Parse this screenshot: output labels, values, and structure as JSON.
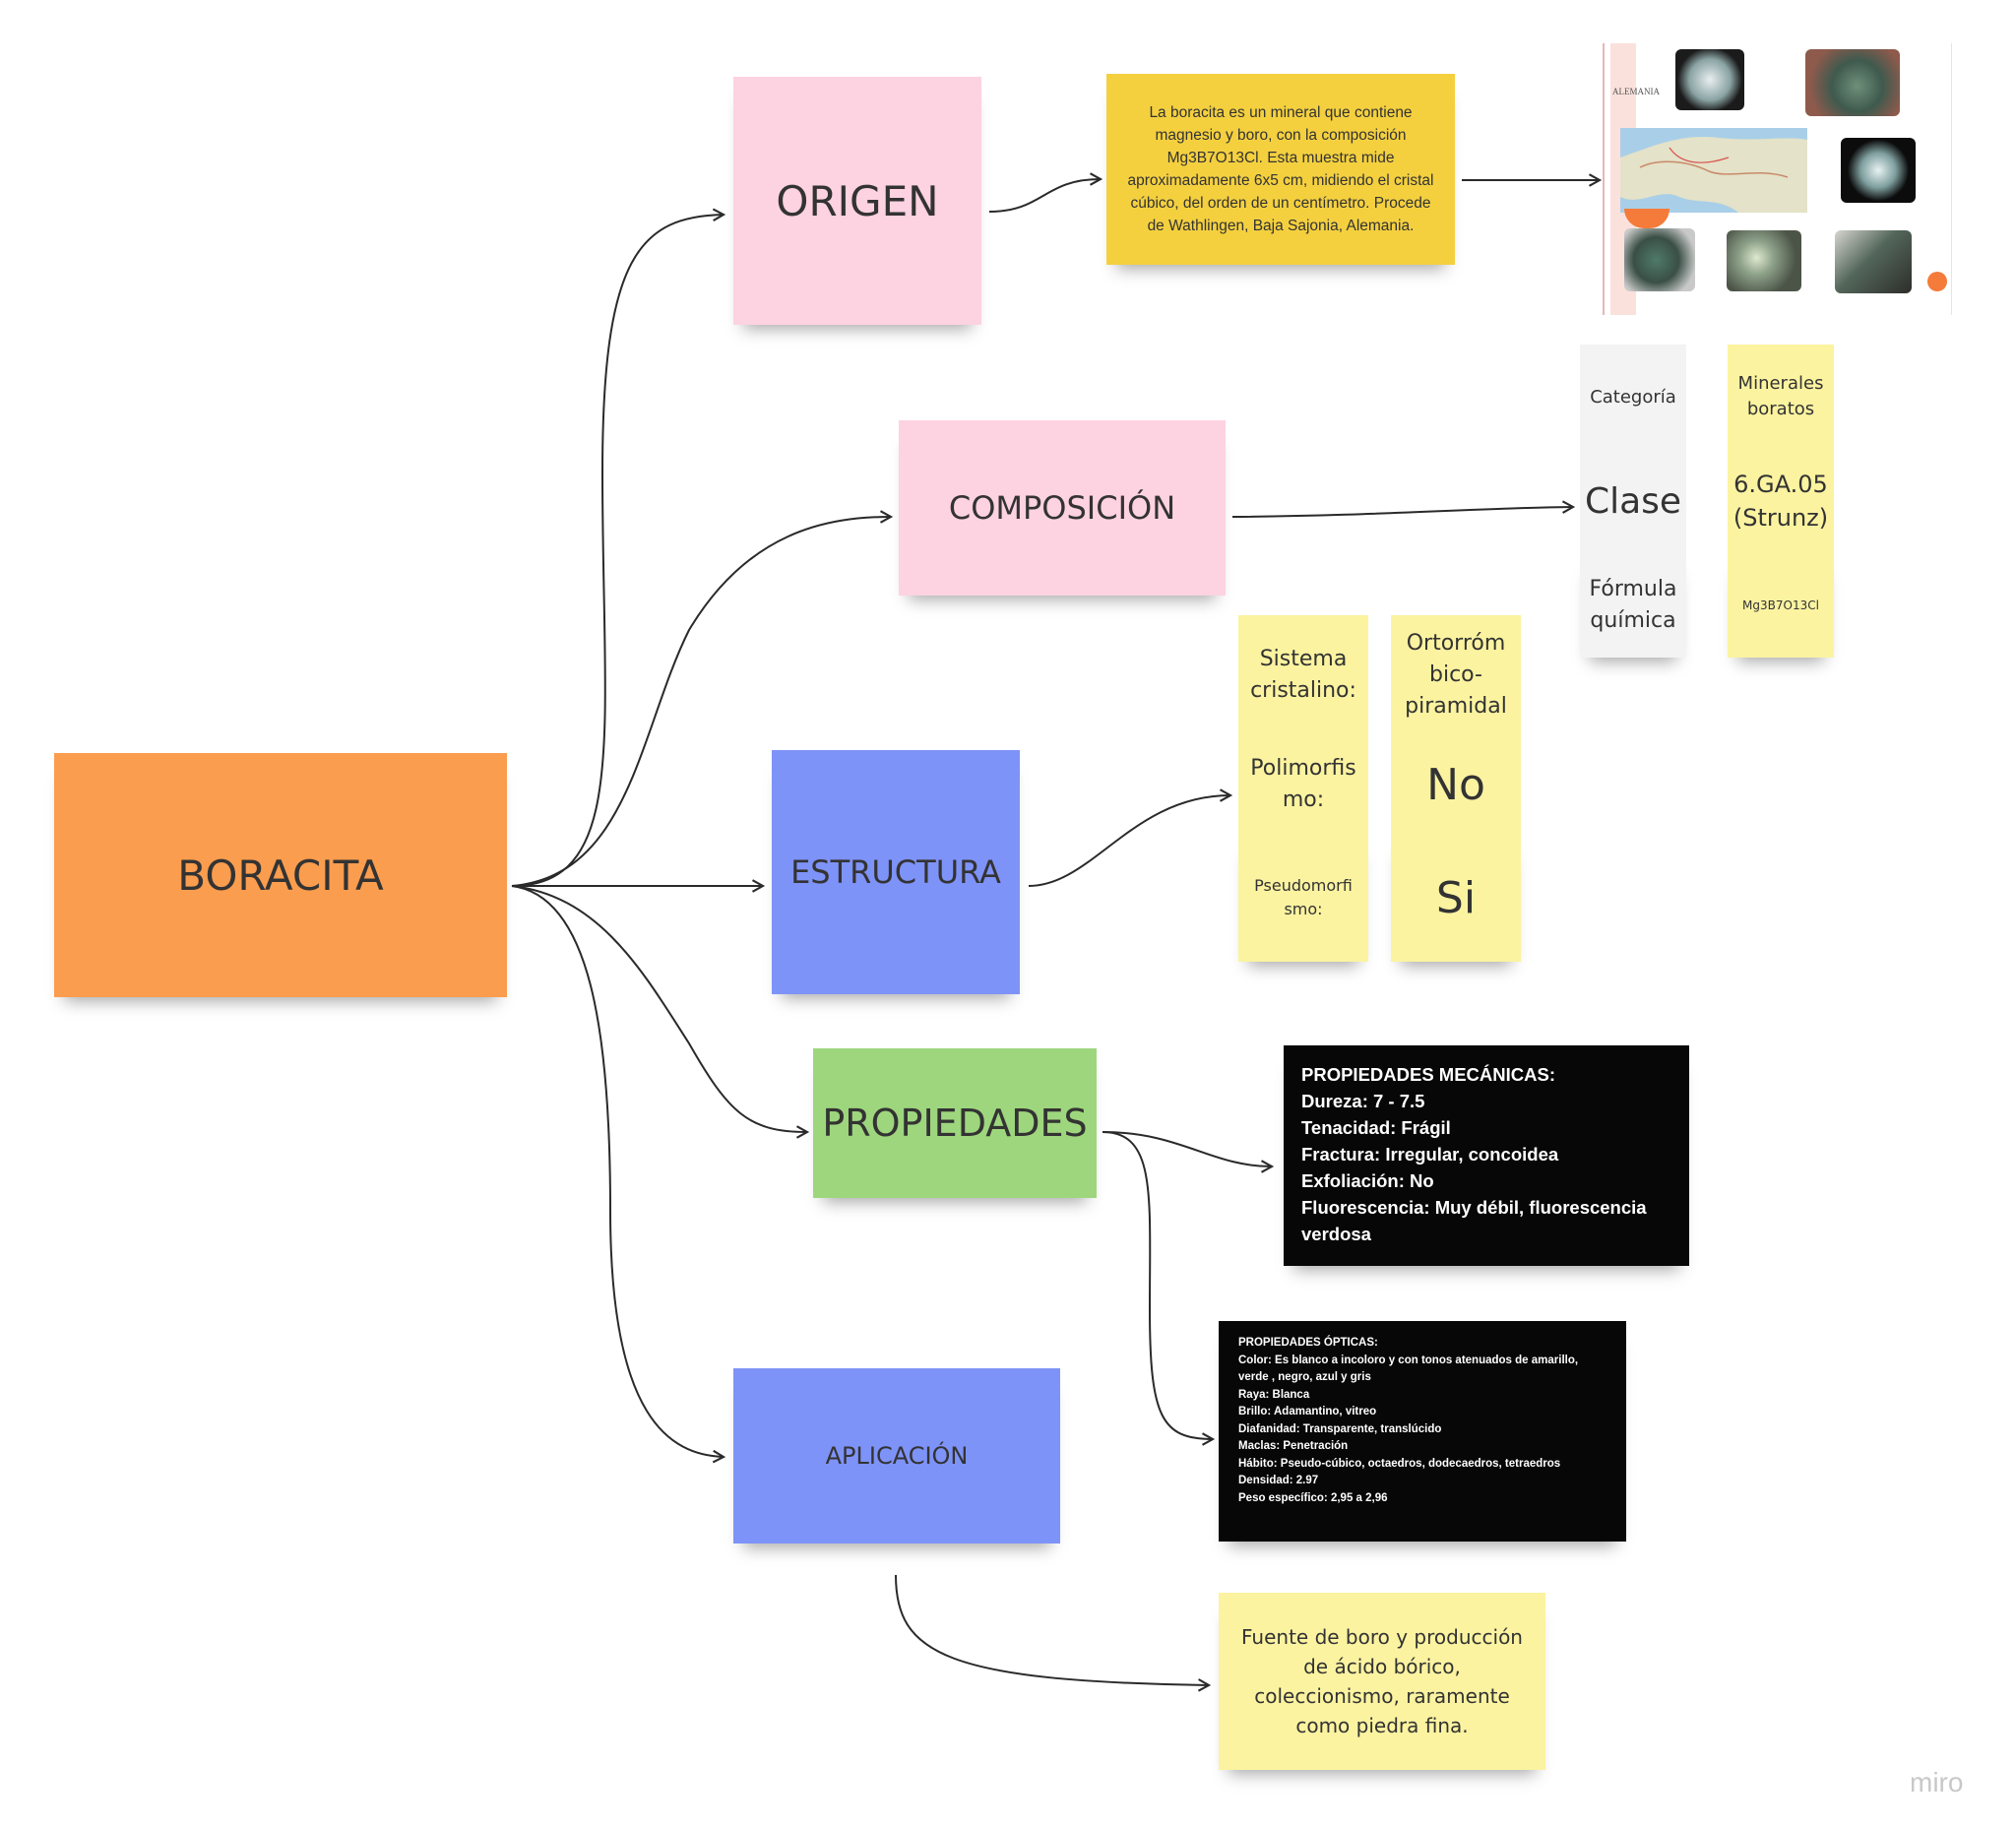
{
  "central": {
    "label": "BORACITA"
  },
  "branches": {
    "origen": "ORIGEN",
    "composicion": "COMPOSICIÓN",
    "estructura": "ESTRUCTURA",
    "propiedades": "PROPIEDADES",
    "aplicacion": "APLICACIÓN"
  },
  "origen_text": "La boracita es un mineral que contiene magnesio y boro, con la composición Mg3B7O13Cl. Esta muestra mide aproximadamente 6x5 cm, midiendo el cristal cúbico, del orden de un centímetro. Procede de Wathlingen, Baja Sajonia, Alemania.",
  "map_label": "ALEMANIA",
  "composicion_labels": {
    "categoria": "Categoría",
    "clase": "Clase",
    "formula": "Fórmula química"
  },
  "composicion_values": {
    "categoria": "Minerales boratos",
    "clase": "6.GA.05 (Strunz)",
    "formula": "Mg3B7O13Cl"
  },
  "estructura_labels": {
    "sistema": "Sistema cristalino:",
    "polimorfismo": "Polimorfis mo:",
    "pseudomorfismo": "Pseudomorfi smo:"
  },
  "estructura_values": {
    "sistema": "Ortorróm bico-piramidal",
    "polimorfismo": "No",
    "pseudomorfismo": "Si"
  },
  "mecanicas": [
    "PROPIEDADES MECÁNICAS:",
    "Dureza: 7 - 7.5",
    "Tenacidad: Frágil",
    "Fractura: Irregular, concoidea",
    "Exfoliación: No",
    "Fluorescencia: Muy débil, fluorescencia",
    "verdosa"
  ],
  "opticas": [
    "PROPIEDADES ÓPTICAS:",
    "Color: Es blanco a incoloro y con tonos atenuados de amarillo,",
    "verde , negro, azul y gris",
    "Raya: Blanca",
    "Brillo: Adamantino, vitreo",
    "Diafanidad: Transparente, translúcido",
    "Maclas: Penetración",
    "Hábito: Pseudo-cúbico, octaedros, dodecaedros, tetraedros",
    "Densidad: 2.97",
    "Peso específico: 2,95 a 2,96"
  ],
  "aplicacion_text": "Fuente de boro y producción de ácido bórico, coleccionismo, raramente como piedra fina.",
  "watermark": "miro",
  "colors": {
    "central": "#fb9d4e",
    "pink": "#fdd2e1",
    "blue": "#7e93f8",
    "green": "#9ed67d",
    "gold": "#f4d03f",
    "pale": "#fbf3a0",
    "black": "#070707"
  }
}
